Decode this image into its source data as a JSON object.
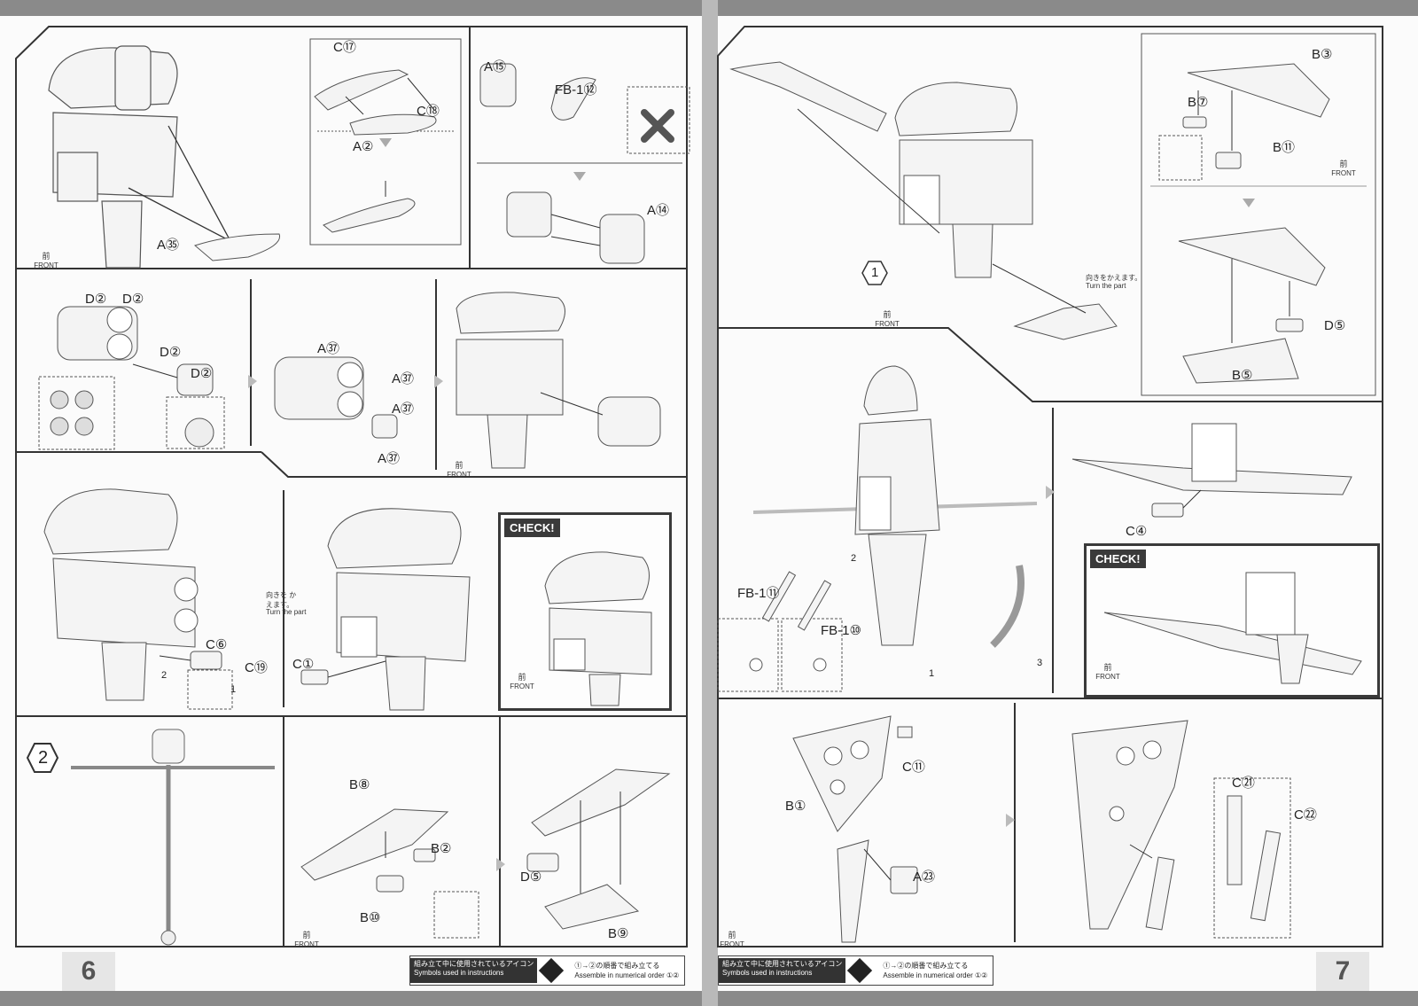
{
  "left_page": {
    "page_number": "6",
    "step2_marker": "2",
    "labels": {
      "c17": "C⑰",
      "c18": "C⑱",
      "a2": "A②",
      "a35": "A㉟",
      "a15": "A⑮",
      "fb1_12": "FB-1⑫",
      "a14": "A⑭",
      "d2": "D②",
      "a37": "A㊲",
      "c6": "C⑥",
      "c19": "C⑲",
      "c1": "C①",
      "b8": "B⑧",
      "b2": "B②",
      "b10": "B⑩",
      "d5": "D⑤",
      "b9": "B⑨"
    },
    "turn_part_jp": "向きを かえます。",
    "turn_part_en": "Turn the part",
    "check_label": "CHECK!",
    "front_jp": "前",
    "front_label": "FRONT",
    "order_1": "1",
    "order_2": "2"
  },
  "right_page": {
    "page_number": "7",
    "step1_marker": "1",
    "labels": {
      "b3": "B③",
      "b7": "B⑦",
      "b11": "B⑪",
      "d5": "D⑤",
      "b5": "B⑤",
      "c4": "C④",
      "fb1_11": "FB-1⑪",
      "fb1_10": "FB-1⑩",
      "c11": "C⑪",
      "b1": "B①",
      "a23": "A㉓",
      "c21": "C㉑",
      "c22": "C㉒"
    },
    "turn_part_jp": "向きをかえます。",
    "turn_part_en": "Turn the part",
    "check_label": "CHECK!",
    "front_jp": "前",
    "front_label": "FRONT",
    "order_1": "1",
    "order_2": "2",
    "order_3": "3"
  },
  "footer": {
    "symbols_title_jp": "組み立て中に使用されているアイコン",
    "symbols_title_en": "Symbols used in instructions",
    "order_text_jp": "①→②の順番で組み立てる",
    "order_text_en": "Assemble in numerical order ①②"
  }
}
